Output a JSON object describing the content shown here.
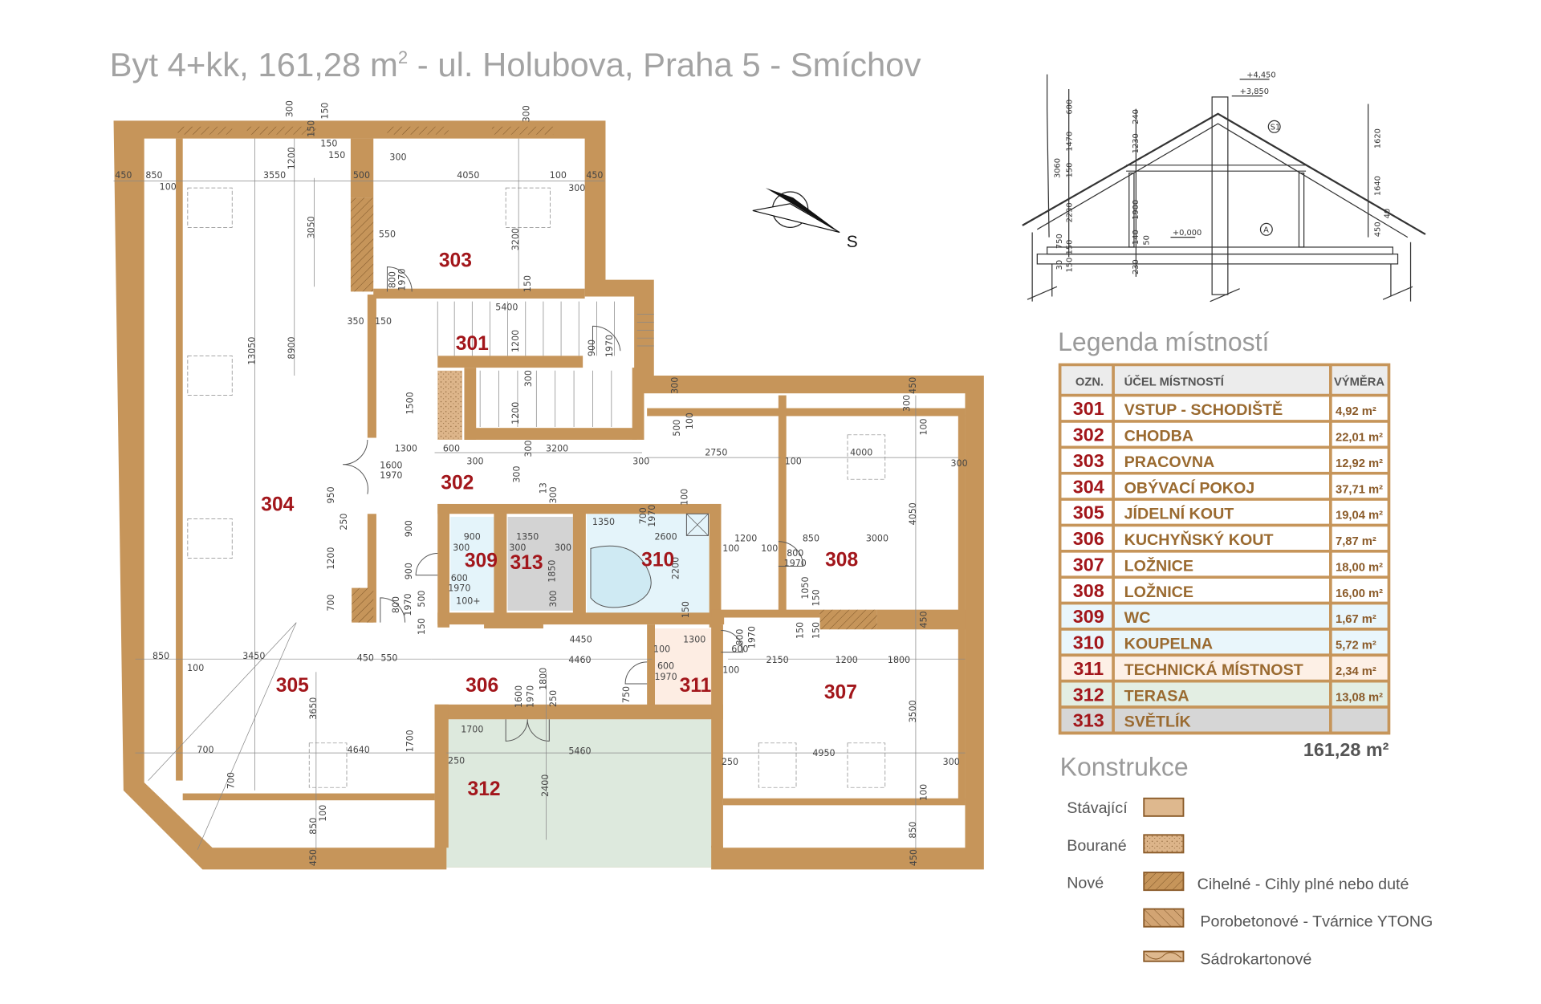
{
  "title": {
    "main": "Byt 4+kk, 161,28 m",
    "sup": "2",
    "rest": " - ul. Holubova, Praha 5 - Smíchov"
  },
  "colors": {
    "wall": "#c6955a",
    "room_number": "#a2161b",
    "bathroom": "#e4f4fa",
    "technical": "#fdede3",
    "terrace": "#dde9dd",
    "skylight": "#d3d3d3"
  },
  "compass": {
    "label": "S"
  },
  "plan": {
    "rooms": [
      {
        "id": "301"
      },
      {
        "id": "302"
      },
      {
        "id": "303"
      },
      {
        "id": "304"
      },
      {
        "id": "305"
      },
      {
        "id": "306"
      },
      {
        "id": "307"
      },
      {
        "id": "308"
      },
      {
        "id": "309"
      },
      {
        "id": "310"
      },
      {
        "id": "311"
      },
      {
        "id": "312"
      },
      {
        "id": "313"
      }
    ],
    "dimensions": [
      "300",
      "150",
      "300",
      "150",
      "1200",
      "150",
      "150",
      "300",
      "450",
      "850",
      "100",
      "3550",
      "500",
      "4050",
      "100",
      "450",
      "300",
      "3050",
      "3200",
      "550",
      "800",
      "1970",
      "150",
      "5400",
      "350",
      "150",
      "13050",
      "8900",
      "1200",
      "900",
      "1970",
      "300",
      "1500",
      "1200",
      "300",
      "450",
      "300",
      "500",
      "100",
      "100",
      "1300",
      "600",
      "300",
      "3200",
      "300",
      "300",
      "2750",
      "100",
      "4000",
      "300",
      "1600",
      "1970",
      "300",
      "13",
      "300",
      "950",
      "250",
      "100",
      "900",
      "4050",
      "1200",
      "900",
      "1350",
      "700",
      "1970",
      "900",
      "1350",
      "300",
      "300",
      "300",
      "2600",
      "1200",
      "850",
      "3000",
      "100",
      "100",
      "1850",
      "2200",
      "600",
      "1970",
      "800",
      "1970",
      "700",
      "800",
      "1970",
      "500",
      "300",
      "150",
      "1050",
      "150",
      "100+",
      "150",
      "4450",
      "1300",
      "150",
      "150",
      "450",
      "800",
      "1970",
      "600",
      "850",
      "3450",
      "100",
      "450",
      "550",
      "4460",
      "100",
      "2150",
      "1200",
      "1800",
      "600",
      "1970",
      "100",
      "1800",
      "1600",
      "1970",
      "250",
      "750",
      "3650",
      "1700",
      "1700",
      "3500",
      "700",
      "4640",
      "5460",
      "250",
      "250",
      "4950",
      "300",
      "700",
      "2400",
      "100",
      "100",
      "850",
      "850",
      "450",
      "450"
    ]
  },
  "section": {
    "levels": [
      "+4,450",
      "+3,850",
      "+0,000"
    ],
    "dimensions": [
      "600",
      "1470",
      "150",
      "3060",
      "240",
      "1230",
      "1620",
      "2230",
      "1900",
      "1640",
      "750",
      "150",
      "30",
      "140",
      "50",
      "230",
      "150",
      "450",
      "40"
    ],
    "markers": [
      "S1",
      "A"
    ]
  },
  "legend": {
    "title": "Legenda místností",
    "headers": [
      "OZN.",
      "ÚČEL MÍSTNOSTÍ",
      "VÝMĚRA"
    ],
    "rows": [
      {
        "id": "301",
        "name": "VSTUP - SCHODIŠTĚ",
        "area": "4,92 m²",
        "tone": "white"
      },
      {
        "id": "302",
        "name": "CHODBA",
        "area": "22,01 m²",
        "tone": "white"
      },
      {
        "id": "303",
        "name": "PRACOVNA",
        "area": "12,92 m²",
        "tone": "white"
      },
      {
        "id": "304",
        "name": "OBÝVACÍ POKOJ",
        "area": "37,71 m²",
        "tone": "white"
      },
      {
        "id": "305",
        "name": "JÍDELNÍ KOUT",
        "area": "19,04 m²",
        "tone": "white"
      },
      {
        "id": "306",
        "name": "KUCHYŇSKÝ KOUT",
        "area": "7,87 m²",
        "tone": "white"
      },
      {
        "id": "307",
        "name": "LOŽNICE",
        "area": "18,00 m²",
        "tone": "white"
      },
      {
        "id": "308",
        "name": "LOŽNICE",
        "area": "16,00 m²",
        "tone": "white"
      },
      {
        "id": "309",
        "name": "WC",
        "area": "1,67 m²",
        "tone": "blue"
      },
      {
        "id": "310",
        "name": "KOUPELNA",
        "area": "5,72 m²",
        "tone": "blue"
      },
      {
        "id": "311",
        "name": "TECHNICKÁ MÍSTNOST",
        "area": "2,34 m²",
        "tone": "peach"
      },
      {
        "id": "312",
        "name": "TERASA",
        "area": "13,08 m²",
        "tone": "green"
      },
      {
        "id": "313",
        "name": "SVĚTLÍK",
        "area": "",
        "tone": "gray"
      }
    ],
    "total": "161,28 m²"
  },
  "construction": {
    "title": "Konstrukce",
    "existing": "Stávající",
    "demolished": "Bourané",
    "new": "Nové",
    "brick": "Cihelné - Cihly plné nebo duté",
    "aerated": "Porobetonové - Tvárnice YTONG",
    "drywall": "Sádrokartonové"
  }
}
